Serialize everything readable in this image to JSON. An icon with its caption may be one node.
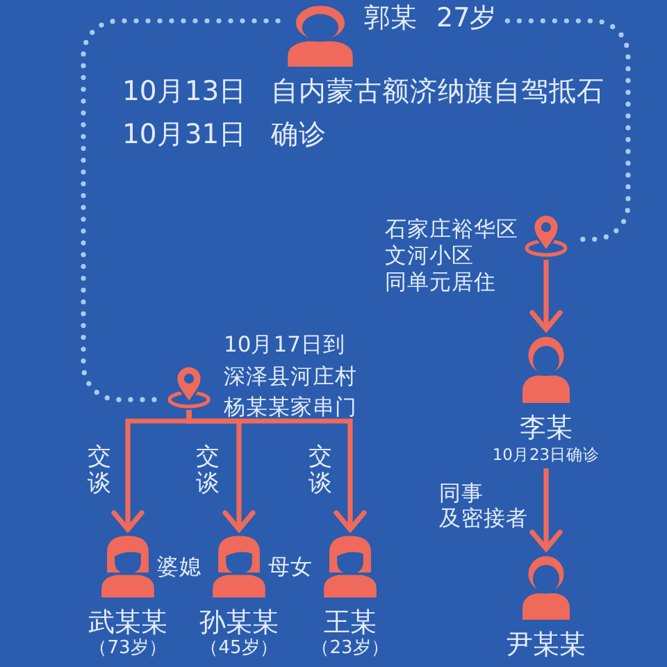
{
  "diagram": {
    "nodes": [
      {
        "text": [
          "郭某",
          "27岁"
        ],
        "beside": [
          "10月13日",
          "自内蒙古额济纳旗自驾抵石",
          "10月31日",
          "确诊"
        ]
      },
      {
        "text": [],
        "shape": "pin",
        "beside": [
          "石家庄裕华区文河小区同单元居住"
        ]
      },
      {
        "text": [
          "李某"
        ],
        "beside": [
          "10月23日确诊"
        ]
      },
      {
        "text": [
          "尹某某"
        ]
      },
      {
        "text": [],
        "shape": "pin",
        "beside": [
          "10月17日到深泽县河庄村杨某某家串门"
        ]
      },
      {
        "text": [
          "武某某",
          "（73岁）"
        ]
      },
      {
        "text": [
          "孙某某",
          "（45岁）"
        ]
      },
      {
        "text": [
          "王某",
          "（23岁）"
        ]
      }
    ],
    "edges": [
      {
        "from": 0,
        "to": 1,
        "arrow": "none",
        "style": "dashed",
        "color": "#a9cbf3"
      },
      {
        "from": 0,
        "to": 4,
        "arrow": "none",
        "style": "dashed",
        "color": "#a9cbf3"
      },
      {
        "from": 1,
        "to": 2,
        "arrow": "to"
      },
      {
        "from": 2,
        "to": 3,
        "arrow": "to",
        "label": "同事及密接者"
      },
      {
        "from": 4,
        "to": 5,
        "arrow": "to",
        "label": "交谈"
      },
      {
        "from": 4,
        "to": 6,
        "arrow": "to",
        "label": "交谈"
      },
      {
        "from": 4,
        "to": 7,
        "arrow": "to",
        "label": "交谈"
      }
    ],
    "labels": [
      "婆媳",
      "母女"
    ]
  }
}
